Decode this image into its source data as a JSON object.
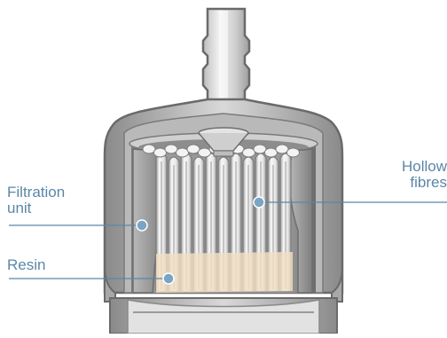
{
  "labels": {
    "filtration_unit": "Filtration\nunit",
    "resin": "Resin",
    "hollow_fibres": "Hollow\nfibres"
  },
  "colors": {
    "label_text": "#5a87a8",
    "leader_line": "#5a87a8",
    "marker_dot": "#7aa4c4",
    "housing_dark": "#6f6f6f",
    "housing_mid": "#a9a9a9",
    "housing_light": "#e6e6e6",
    "resin_fill": "#f2dfc4",
    "fibre_light": "#f4f4f4",
    "fibre_shadow": "#8c8c8c"
  },
  "icons": {
    "marker": "circle-dot"
  }
}
